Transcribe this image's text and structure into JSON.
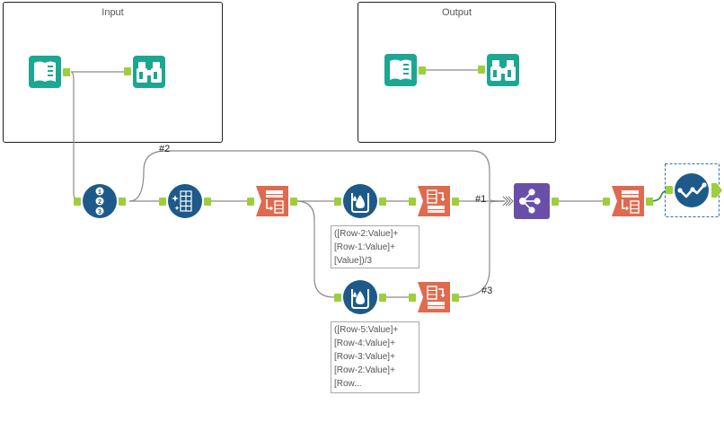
{
  "containers": {
    "input_title": "Input",
    "output_title": "Output"
  },
  "wire_labels": {
    "top": "#2",
    "middle": "#1",
    "bottom": "#3"
  },
  "annotations": {
    "formula_1": [
      "([Row-2:Value]+",
      "[Row-1:Value]+",
      "[Value])/3"
    ],
    "formula_2": [
      "([Row-5:Value]+",
      "[Row-4:Value]+",
      "[Row-3:Value]+",
      "[Row-2:Value]+",
      "[Row..."
    ]
  },
  "record_id_digits": [
    "1",
    "2",
    "3"
  ],
  "colors": {
    "teal": "#1ba792",
    "navy": "#1d5a8a",
    "orange": "#df6a4f",
    "purple": "#6a4fa8",
    "anchor": "#9ccf3c",
    "wire": "#8a8a8a",
    "wire_selected": "#2e8b3a",
    "selection": "#2b6fb2"
  },
  "icons": {
    "input_tool": "book-input-icon",
    "browse_tool": "binoculars-browse-icon",
    "record_id_tool": "record-id-icon",
    "sort_tool": "sparkle-grid-icon",
    "transpose_tool": "transpose-icon",
    "multirow_formula_tool": "multirow-formula-icon",
    "crosstab_tool": "crosstab-icon",
    "union_tool": "union-icon",
    "check_tool": "checkmark-icon"
  }
}
